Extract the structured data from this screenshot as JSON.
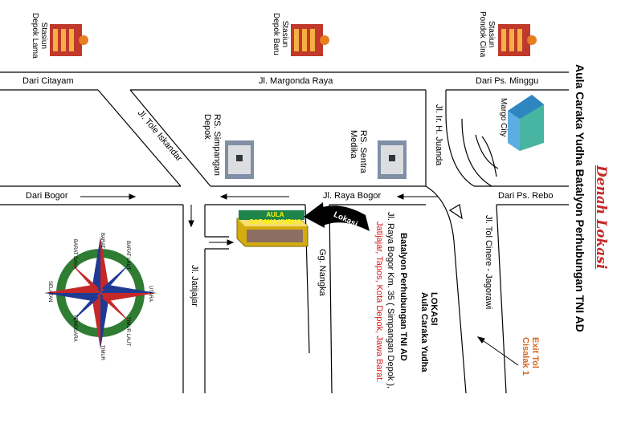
{
  "title": "Aula Caraka Yudha Batalyon Perhubungan TNI AD",
  "denah": "Denah Lokasi",
  "stations": [
    {
      "line1": "Stasiun",
      "line2": "Depok Lama"
    },
    {
      "line1": "Stasiun",
      "line2": "Depok Baru"
    },
    {
      "line1": "Stasiun",
      "line2": "Pondok Cina"
    }
  ],
  "roads": {
    "dari_citayam": "Dari Citayam",
    "margonda": "Jl. Margonda Raya",
    "dari_ps_minggu": "Dari Ps. Minggu",
    "tole_iskandar": "Jl. Tole Iskandar",
    "juanda": "Jl. Ir. H. Juanda",
    "dari_bogor": "Dari Bogor",
    "raya_bogor": "Jl. Raya Bogor",
    "dari_ps_rebo": "Dari Ps. Rebo",
    "tol_cinere": "Jl. Tol Cinere - Jagorawi",
    "jatijajar": "Jl. Jatijajar",
    "gg_nangka": "Gg. Nangka"
  },
  "landmarks": {
    "rs_simpangan_1": "RS. Simpangan",
    "rs_simpangan_2": "Depok",
    "rs_sentra_1": "RS. Sentra",
    "rs_sentra_2": "Medika",
    "margo_city": "Margo City",
    "building_line1": "AULA",
    "building_line2": "CARAKA YUDHA",
    "lokasi_arrow": "Lokasi"
  },
  "exit_tol": {
    "line1": "Exit Tol",
    "line2": "Cisalak 1"
  },
  "lokasi": {
    "heading": "LOKASI",
    "name1": "Aula Caraka Yudha",
    "name2": "Batalyon Perhubungan TNI AD",
    "address1": "Jl. Raya Bogor Km. 35 ( Simpangan Depok ),",
    "address2": "Jatijajar, Tapos, Kota Depok, Jawa Barat."
  },
  "compass": [
    "UTARA",
    "TIMUR",
    "SELATAN",
    "BARAT",
    "BARAT LAUT",
    "TIMUR LAUT",
    "TENGGARA",
    "BARAT DAYA"
  ],
  "colors": {
    "red": "#d21a1a",
    "orange": "#d2691e",
    "title_red": "#c62828",
    "compass_green": "#2e7d32",
    "compass_red": "#c62828",
    "compass_blue": "#1f3a93"
  }
}
